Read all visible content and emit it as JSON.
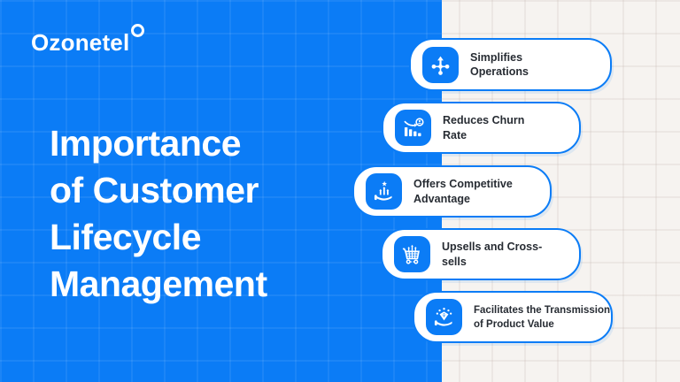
{
  "brand": {
    "logo_text": "Ozonetel"
  },
  "hero": {
    "title": "Importance of Customer Lifecycle Management",
    "title_lines": [
      "Importance",
      "of Customer",
      "Lifecycle",
      "Management"
    ]
  },
  "cards": [
    {
      "label": "Simplifies Operations",
      "lines": [
        "Simplifies",
        "Operations"
      ],
      "icon": "hub-distribution-icon"
    },
    {
      "label": "Reduces Churn Rate",
      "lines": [
        "Reduces Churn",
        "Rate"
      ],
      "icon": "declining-bars-user-icon"
    },
    {
      "label": "Offers Competitive Advantage",
      "lines": [
        "Offers Competitive",
        "Advantage"
      ],
      "icon": "hand-rising-bars-star-icon"
    },
    {
      "label": "Upsells and Cross-sells",
      "lines": [
        "Upsells and Cross-",
        "sells"
      ],
      "icon": "cart-growth-icon"
    },
    {
      "label": "Facilitates the Transmission of Product Value",
      "lines": [
        "Facilitates the Transmission",
        "of Product Value"
      ],
      "icon": "hand-gem-sparkles-icon"
    }
  ],
  "colors": {
    "brand_blue": "#0B7CF6",
    "card_background": "#FFFFFF",
    "card_border": "#0B7CF6",
    "card_text": "#272C33",
    "right_background": "#F6F3F0",
    "title_text": "#FFFFFF"
  }
}
